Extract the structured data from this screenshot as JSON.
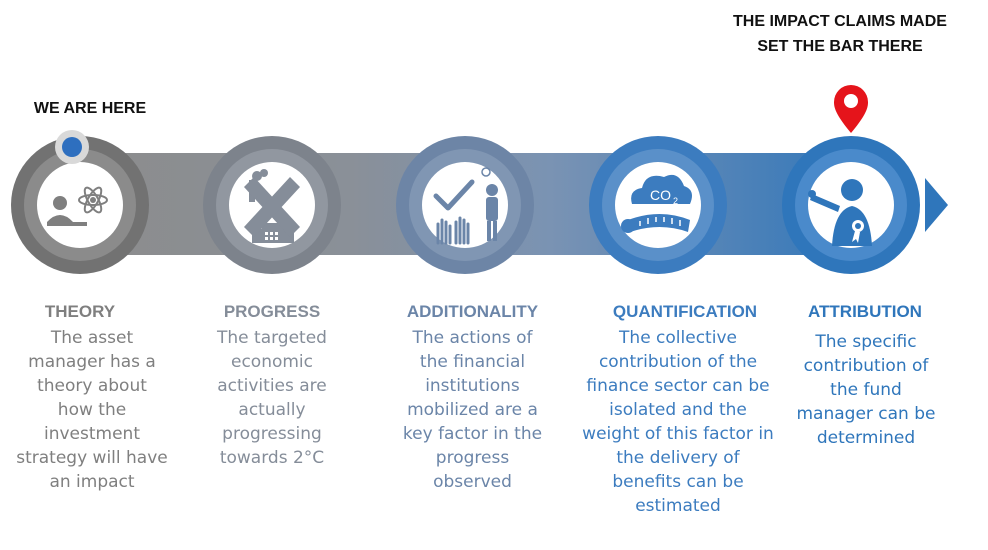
{
  "header": {
    "target_line1": "THE IMPACT CLAIMS MADE",
    "target_line2": "SET THE BAR THERE",
    "current": "WE ARE HERE"
  },
  "steps": [
    {
      "title": "THEORY",
      "description": [
        "The asset",
        "manager has a",
        "theory about",
        "how the",
        "investment",
        "strategy will have",
        "an impact"
      ],
      "icon": "person-atom-icon",
      "color": "#7f7f7f"
    },
    {
      "title": "PROGRESS",
      "description": [
        "The targeted",
        "economic",
        "activities are",
        "actually",
        "progressing",
        "towards 2°C"
      ],
      "icon": "factory-cross-icon",
      "color": "#858d99"
    },
    {
      "title": "ADDITIONALITY",
      "description": [
        "The actions of",
        "the financial",
        "institutions",
        "mobilized are a",
        "key factor in the",
        "progress",
        "observed"
      ],
      "icon": "checkmark-hands-icon",
      "color": "#6b85a8"
    },
    {
      "title": "QUANTIFICATION",
      "description": [
        "The collective",
        "contribution of the",
        "finance sector can be",
        "isolated and the",
        "weight of this factor in",
        "the delivery of",
        "benefits can be",
        "estimated"
      ],
      "icon": "co2-cloud-icon",
      "cloud_label": "CO",
      "cloud_sub": "2",
      "color": "#3c7cbf"
    },
    {
      "title": "ATTRIBUTION",
      "description": [
        "The specific",
        "contribution of",
        "the fund",
        "manager can be",
        "determined"
      ],
      "icon": "pointing-award-icon",
      "color": "#2f76bb"
    }
  ],
  "colors": {
    "marker": "#e5141b",
    "current_dot": "#2e6fbf"
  }
}
